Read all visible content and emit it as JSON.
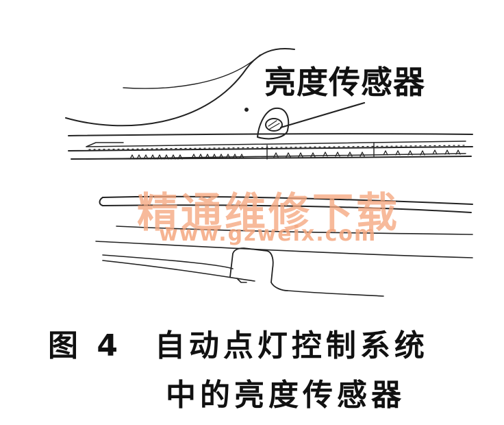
{
  "callout": {
    "label": "亮度传感器"
  },
  "watermark": {
    "brand": "精通维修下载",
    "url": "www.gzweix.com",
    "color": "#f5a77f"
  },
  "caption": {
    "figure_number": "图 4",
    "line1": "自动点灯控制系统",
    "line2": "中的亮度传感器"
  }
}
